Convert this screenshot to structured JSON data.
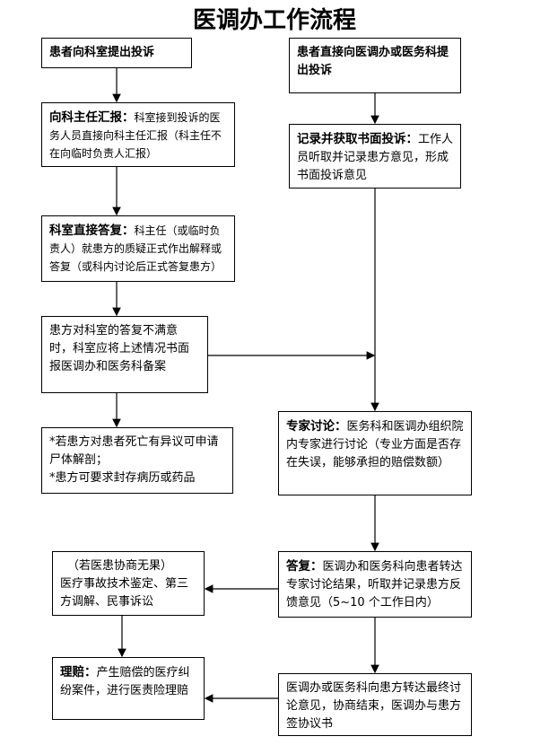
{
  "title": "医调办工作流程",
  "boxes": {
    "dept_complaint": {
      "text": "患者向科室提出投诉"
    },
    "direct_complaint": {
      "text": "患者直接向医调办或医务科提出投诉"
    },
    "report_director": {
      "bold": "向科主任汇报：",
      "text": "科室接到投诉的医务人员直接向科主任汇报（科主任不在向临时负责人汇报）"
    },
    "record_written": {
      "bold": "记录并获取书面投诉：",
      "text": "工作人员听取并记录患方意见，形成书面投诉意见"
    },
    "dept_reply": {
      "bold": "科室直接答复：",
      "text": "科主任（或临时负责人）就患方的质疑正式作出解释或答复（或科内讨论后正式答复患方）"
    },
    "unsatisfied": {
      "text": "患方对科室的答复不满意时，科室应将上述情况书面报医调办和医务科备案"
    },
    "autopsy": {
      "line1": "*若患方对患者死亡有异议可申请尸体解剖；",
      "line2": "*患方可要求封存病历或药品"
    },
    "expert": {
      "bold": "专家讨论：",
      "text": "医务科和医调办组织院内专家进行讨论（专业方面是否存在失误，能够承担的赔偿数额）"
    },
    "reply": {
      "bold": "答复：",
      "text": "医调办和医务科向患者转达专家讨论结果，听取并记录患方反馈意见（5~10 个工作日内）"
    },
    "no_result": {
      "line1": "（若医患协商无果）",
      "text": "医疗事故技术鉴定、第三方调解、民事诉讼"
    },
    "compensation": {
      "bold": "理赔：",
      "text": "产生赔偿的医疗纠纷案件，进行医责险理赔"
    },
    "final": {
      "text": "医调办或医务科向患方转达最终讨论意见，协商结束，医调办与患方签协议书"
    }
  }
}
